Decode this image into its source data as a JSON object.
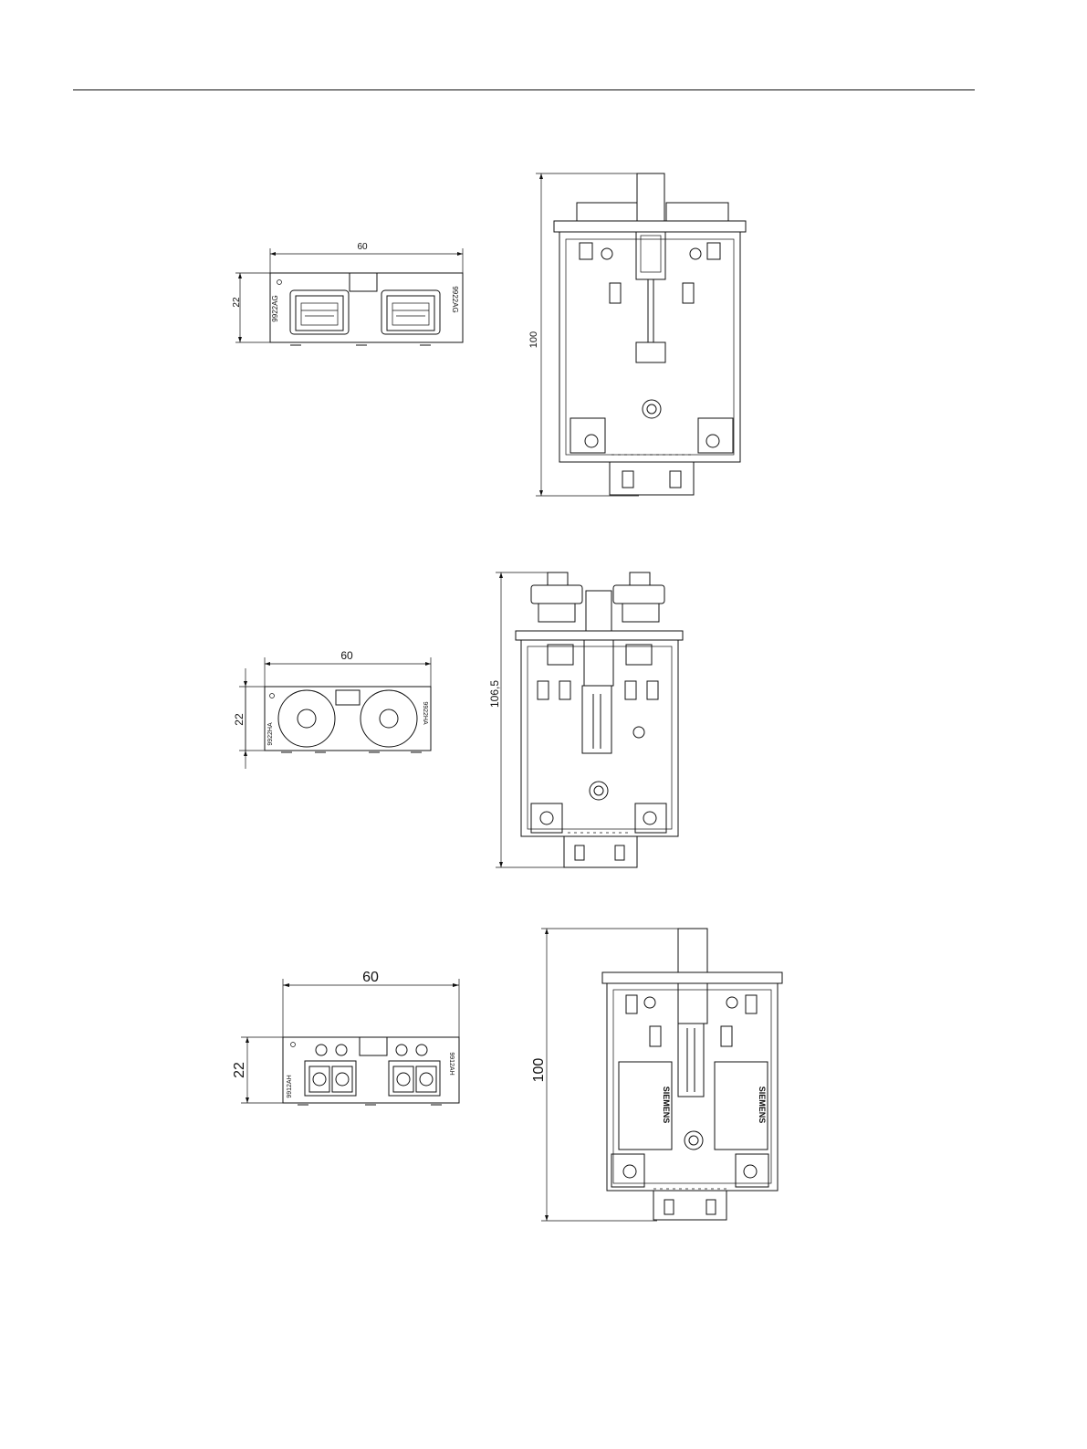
{
  "diagram_1": {
    "front": {
      "width_label": "60",
      "height_label": "22",
      "label_left": "9922AG",
      "label_right": "9922AG"
    },
    "side": {
      "height_label": "100"
    }
  },
  "diagram_2": {
    "front": {
      "width_label": "60",
      "height_label": "22",
      "label_left": "9922HA",
      "label_right": "9922HA"
    },
    "side": {
      "height_label": "106,5"
    }
  },
  "diagram_3": {
    "front": {
      "width_label": "60",
      "height_label": "22",
      "label_left": "9912AH",
      "label_right": "9912AH"
    },
    "side": {
      "height_label": "100",
      "brand_left": "SIEMENS",
      "brand_right": "SIEMENS"
    }
  }
}
